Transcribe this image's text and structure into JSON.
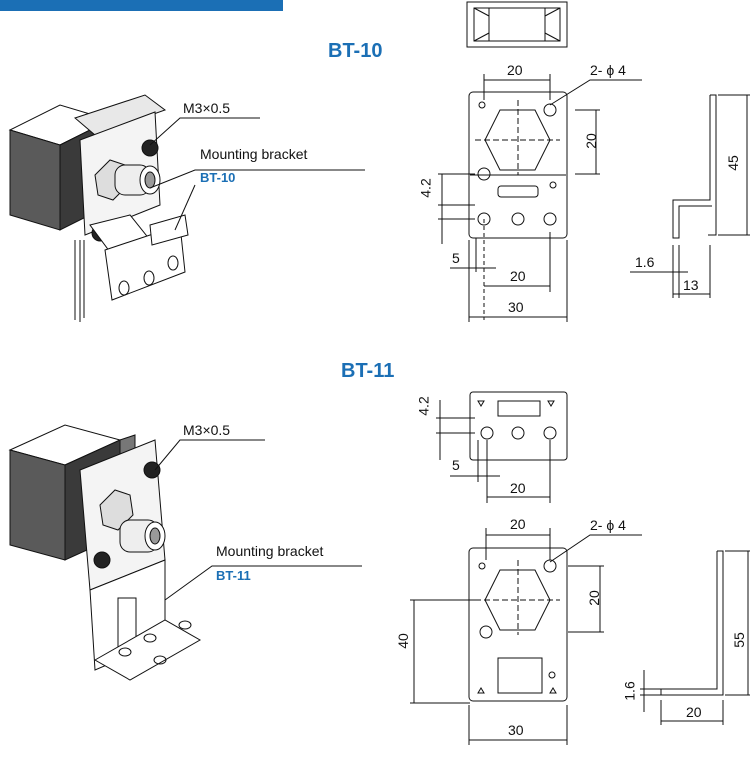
{
  "bt10": {
    "title": "BT-10",
    "callout_screw": "M3×0.5",
    "callout_bracket": "Mounting bracket",
    "callout_model": "BT-10",
    "dims": {
      "top_width": "20",
      "holes": "2- ϕ 4",
      "hole_spacing": "20",
      "slot_offset": "4.2",
      "edge_offset": "5",
      "bottom_spacing": "20",
      "width": "30",
      "height": "45",
      "thickness": "1.6",
      "depth": "13"
    }
  },
  "bt11": {
    "title": "BT-11",
    "callout_screw": "M3×0.5",
    "callout_bracket": "Mounting bracket",
    "callout_model": "BT-11",
    "dims": {
      "slot_offset": "4.2",
      "edge_offset": "5",
      "bottom_spacing": "20",
      "top_width": "20",
      "holes": "2- ϕ 4",
      "hole_spacing": "20",
      "plate_height": "40",
      "width": "30",
      "height": "55",
      "thickness": "1.6",
      "depth": "20"
    }
  }
}
